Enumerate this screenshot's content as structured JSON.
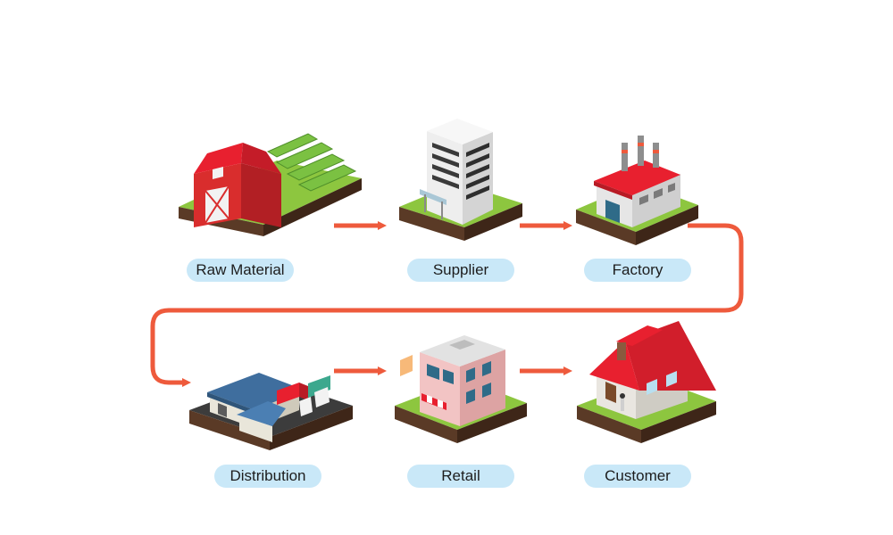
{
  "diagram": {
    "stages": [
      {
        "id": "raw",
        "label": "Raw Material",
        "icon": "barn-farm-icon"
      },
      {
        "id": "sup",
        "label": "Supplier",
        "icon": "office-tower-icon"
      },
      {
        "id": "fac",
        "label": "Factory",
        "icon": "factory-icon"
      },
      {
        "id": "dis",
        "label": "Distribution",
        "icon": "warehouse-trucks-icon"
      },
      {
        "id": "ret",
        "label": "Retail",
        "icon": "retail-shop-icon"
      },
      {
        "id": "cus",
        "label": "Customer",
        "icon": "house-icon"
      }
    ],
    "flow": [
      "raw",
      "sup",
      "fac",
      "dis",
      "ret",
      "cus"
    ],
    "colors": {
      "arrow": "#ee5a3c",
      "label_bg": "#c9e8f8",
      "grass": "#8dc63f",
      "roof_red": "#e8202f"
    }
  }
}
